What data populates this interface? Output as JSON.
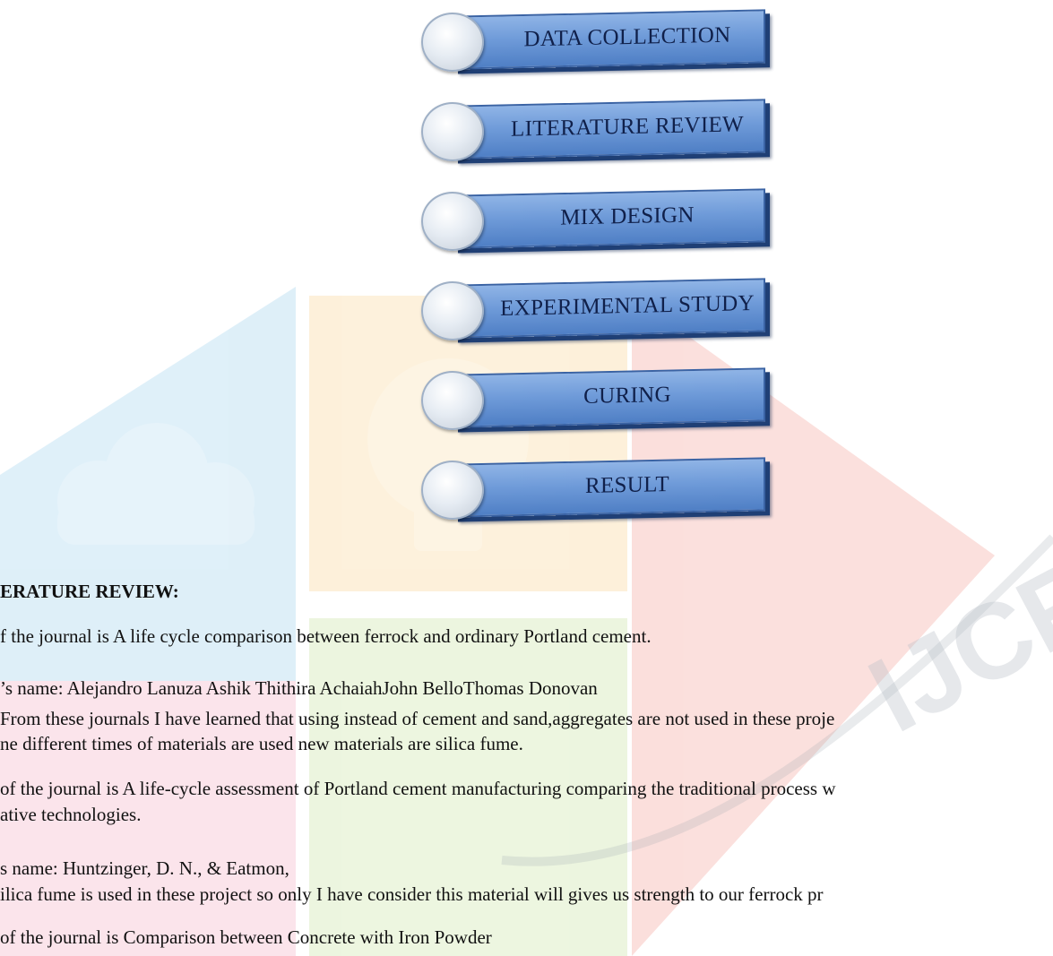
{
  "flow": {
    "steps": [
      "DATA COLLECTION",
      "LITERATURE REVIEW",
      "MIX DESIGN",
      "EXPERIMENTAL STUDY",
      "CURING",
      "RESULT"
    ]
  },
  "watermark": {
    "text": "IJCRT"
  },
  "body": {
    "heading": "ERATURE REVIEW:",
    "p1": "f the journal is A life cycle comparison between ferrock and ordinary Portland cement.",
    "p2": "’s name:  Alejandro Lanuza Ashik Thithira AchaiahJohn BelloThomas Donovan",
    "p3": " From these journals I have learned that using instead of cement and sand,aggregates are not used in these proje",
    "p4": "ne different times of materials are used new materials are silica fume.",
    "p5": "of the journal is A life-cycle assessment of Portland cement manufacturing comparing the traditional process w",
    "p6": "ative technologies.",
    "p7": "s name:  Huntzinger, D. N., & Eatmon,",
    "p8": "ilica fume is used in these project so only  I have consider  this material will gives us strength to our ferrock pr",
    "p9": "of the journal is Comparison between Concrete  with Iron Powder"
  },
  "colors": {
    "bar_top": "#8fb4e6",
    "bar_bottom": "#4f7fc5",
    "bar_shadow": "#1f3f75",
    "label": "#10204a",
    "wm_blue": "#3aa0d8",
    "wm_orange": "#f5a623",
    "wm_green": "#8cc63f",
    "wm_red": "#e8412c",
    "wm_pink": "#e85c8a"
  }
}
